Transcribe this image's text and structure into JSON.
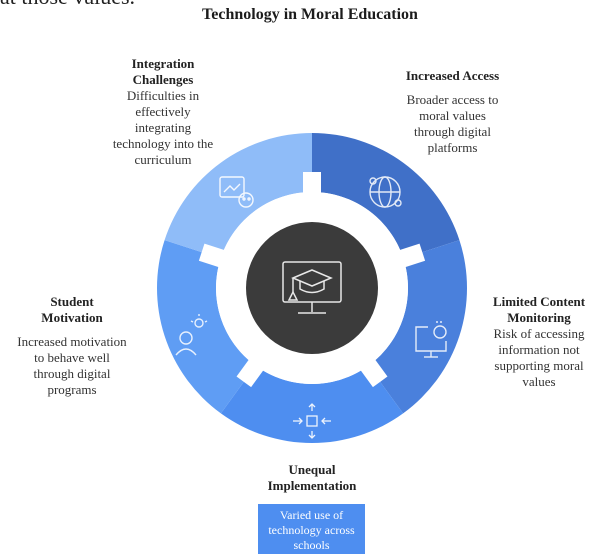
{
  "top_fragment": "at those values.",
  "title": "Technology in Moral Education",
  "center_icon": "graduation-cap-monitor-icon",
  "segments": [
    {
      "id": "increased-access",
      "heading": "Increased Access",
      "description": "Broader access to\nmoral values\nthrough digital\nplatforms",
      "icon": "globe-network-icon",
      "color": "#4070c8"
    },
    {
      "id": "limited-content-monitoring",
      "heading": "Limited Content\nMonitoring",
      "description": "Risk of accessing\ninformation not\nsupporting moral\nvalues",
      "icon": "monitor-search-icon",
      "color": "#4a80dc"
    },
    {
      "id": "unequal-implementation",
      "heading": "Unequal\nImplementation",
      "description": "Varied use of\ntechnology across\nschools",
      "icon": "arrows-center-icon",
      "color": "#4e8ef0"
    },
    {
      "id": "student-motivation",
      "heading": "Student\nMotivation",
      "description": "Increased motivation\nto behave well\nthrough digital\nprograms",
      "icon": "person-idea-icon",
      "color": "#5f9df4"
    },
    {
      "id": "integration-challenges",
      "heading": "Integration\nChallenges",
      "description": "Difficulties in\neffectively\nintegrating\ntechnology into the\ncurriculum",
      "icon": "image-puzzle-icon",
      "color": "#8fbcf8"
    }
  ],
  "colors": {
    "center": "#3b3b3b",
    "background": "#ffffff",
    "callout": "#4e8ef0"
  }
}
